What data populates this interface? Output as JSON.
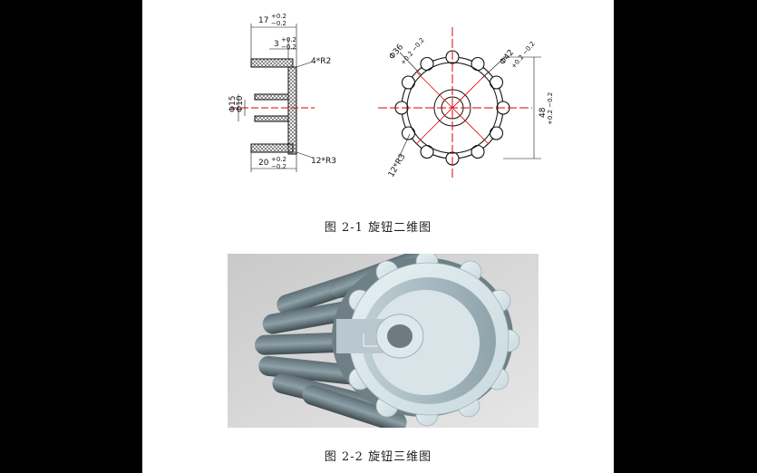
{
  "figures": [
    {
      "caption": "图 2-1  旋钮二维图",
      "annotations": {
        "d17": "17",
        "d17_tol_up": "+0.2",
        "d17_tol_dn": "−0.2",
        "d3": "3",
        "d3_tol_up": "+0.2",
        "d3_tol_dn": "−0.2",
        "r4": "4*R2",
        "phi15": "Φ15",
        "phi10": "Φ10",
        "d20": "20",
        "d20_tol_up": "+0.2",
        "d20_tol_dn": "−0.2",
        "r12_left": "12*R3",
        "phi36": "Φ36",
        "phi36_tol": "+0.2 −0.2",
        "phi42": "Φ42",
        "phi42_tol": "+0.2 −0.2",
        "d48": "48",
        "d48_tol": "+0.2 −0.2",
        "r12_right": "12*R3"
      }
    },
    {
      "caption": "图 2-2  旋钮三维图"
    }
  ]
}
